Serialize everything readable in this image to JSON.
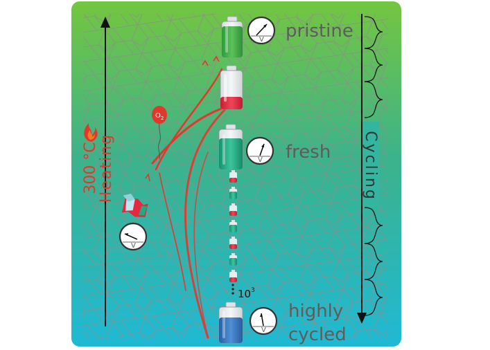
{
  "labels": {
    "pristine": "pristine",
    "fresh": "fresh",
    "highly": "highly",
    "cycled": "cycled",
    "cycling": "Cycling",
    "heating": "Heating",
    "temperature": "300 °C",
    "count": "10",
    "count_exp": "3",
    "oxygen": "O",
    "oxygen_sub": "2",
    "voltmeter_unit": "V"
  },
  "colors": {
    "background_top": "#74c63f",
    "background_bottom": "#1fb9d5",
    "heating_red": "#e0392b",
    "battery_green": "#3cae4a",
    "battery_red": "#e5273f",
    "battery_teal": "#21a57f",
    "battery_blue": "#3a78c0",
    "text_gray": "#5d5d5d"
  },
  "icons": [
    "battery-icon",
    "voltmeter-icon",
    "flame-icon",
    "balloon-icon",
    "crushed-can-icon"
  ]
}
